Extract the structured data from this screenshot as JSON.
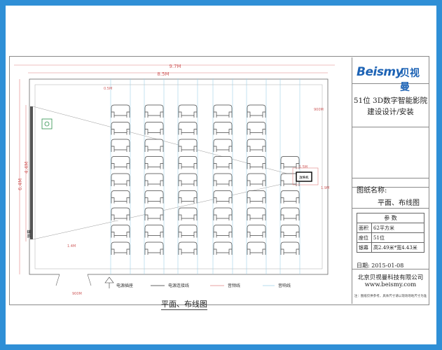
{
  "title_block": {
    "logo_text": "Beismy",
    "logo_cn": "贝视曼",
    "project_line1": "51位 3D数字智能影院",
    "project_line2": "建设设计/安装",
    "drawing_name_label": "图纸名称:",
    "drawing_name": "平面、布线图",
    "params_title": "参  数",
    "params": [
      {
        "key": "面积",
        "value": "62平方米"
      },
      {
        "key": "座位",
        "value": "51位"
      },
      {
        "key": "银幕",
        "value": "高2.49米*宽4.43米"
      }
    ],
    "date": "日期: 2015-01-08",
    "company": "北京贝视曼科技有限公司",
    "website": "www.beismy.com",
    "note": "注：图纸仅供参考，具体尺寸请以现场场地尺寸为准"
  },
  "plan": {
    "dim_top_outer": "9.7M",
    "dim_top_inner": "8.5M",
    "dim_left_outer": "6.4M",
    "dim_left_inner": "4.4M",
    "dim_front": "0.5M",
    "dim_side": "900M",
    "dim_booth_w": "1.5M",
    "dim_booth_h": "1.9M",
    "dim_floor": "1.4M",
    "dim_door": "900M",
    "label_screen": "银幕",
    "label_projector": "放映机",
    "caption": "平面、布线图"
  },
  "legend": [
    {
      "label": "电源插座"
    },
    {
      "label": "电源连接线"
    },
    {
      "label": "音频线"
    },
    {
      "label": "音响线"
    }
  ],
  "colors": {
    "background": "#2f8fd6",
    "dimension": "#e08080",
    "cable": "#9fd0e6",
    "logo": "#1d63b5"
  }
}
